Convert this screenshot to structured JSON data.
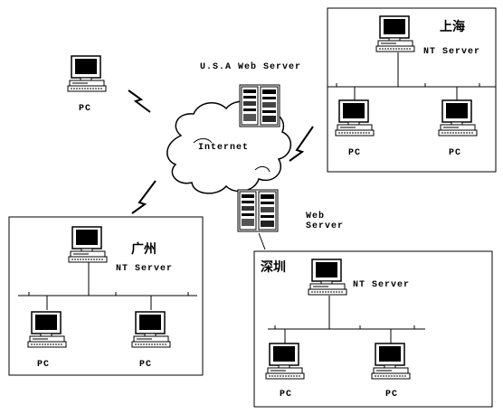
{
  "cities": {
    "shanghai": "上海",
    "guangzhou": "广州",
    "shenzhen": "深圳"
  },
  "servers": {
    "nt_server": "NT Server",
    "usa_web_server": "U.S.A Web Server",
    "web_server_line1": "Web",
    "web_server_line2": "Server"
  },
  "internet_label": "Internet",
  "pc_label": "PC"
}
